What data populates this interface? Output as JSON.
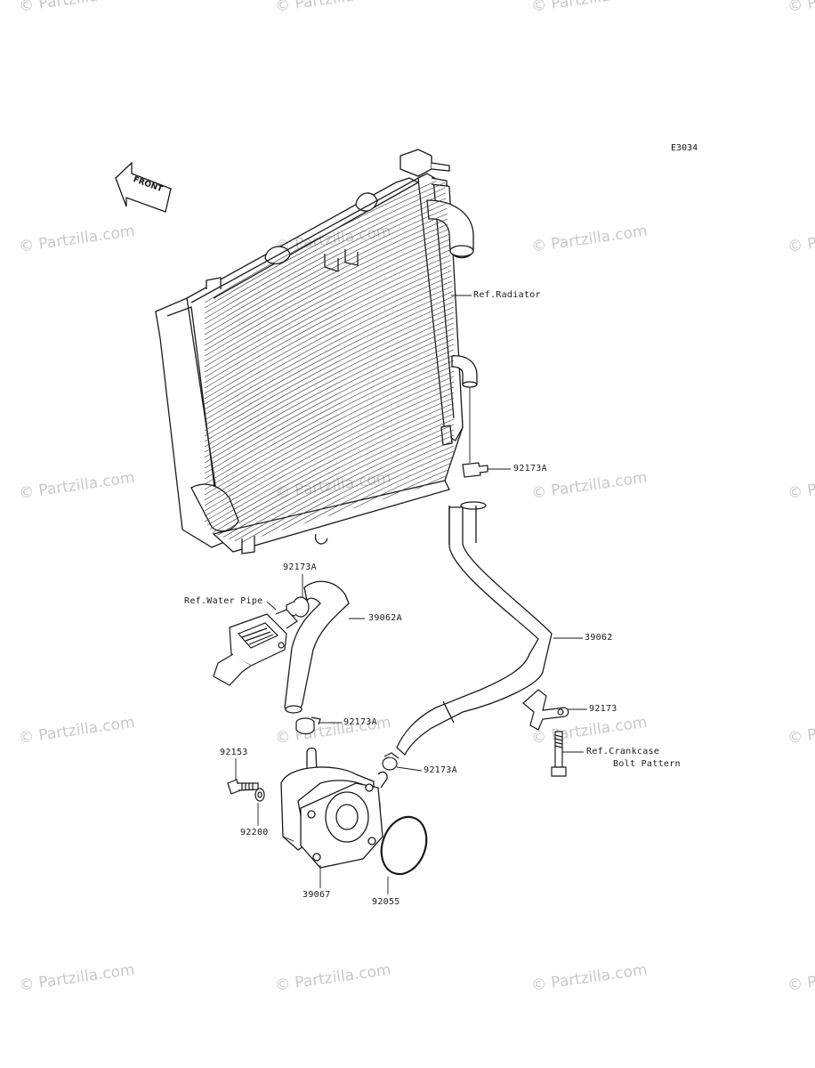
{
  "drawing_code": "E3034",
  "front_label": "FRONT",
  "watermark_text": "© Partzilla.com",
  "parts": {
    "p92173A_top": "92173A",
    "p92173A_left_top": "92173A",
    "p39062A": "39062A",
    "p39062": "39062",
    "p92173": "92173",
    "p92173A_mid": "92173A",
    "p92173A_low": "92173A",
    "p92153": "92153",
    "p92200": "92200",
    "p39067": "39067",
    "p92055": "92055"
  },
  "refs": {
    "radiator": "Ref.Radiator",
    "water_pipe": "Ref.Water Pipe",
    "crankcase_line1": "Ref.Crankcase",
    "crankcase_line2": "Bolt Pattern"
  },
  "colors": {
    "line": "#1a1a1a",
    "watermark": "#c9c9c9"
  }
}
